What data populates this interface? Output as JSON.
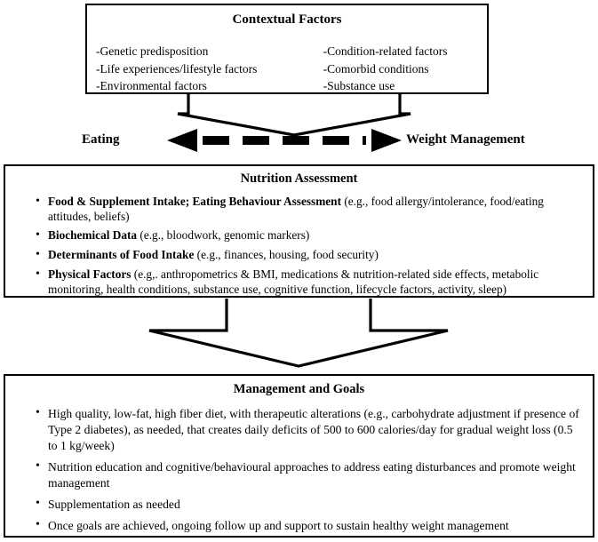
{
  "diagram": {
    "type": "flowchart",
    "title": "Nutrition care pathway for eating and weight management",
    "line_color": "#000000",
    "background": "#ffffff"
  },
  "contextual": {
    "title": "Contextual Factors",
    "left_items": [
      "-Genetic predisposition",
      "-Life experiences/lifestyle factors",
      "-Environmental factors"
    ],
    "right_items": [
      "-Condition-related factors",
      "-Comorbid conditions",
      "-Substance use"
    ]
  },
  "relation": {
    "left_label": "Eating",
    "right_label": "Weight Management",
    "connector": "bidirectional-dashed-arrow",
    "dash_count": 5
  },
  "nutrition": {
    "title": "Nutrition Assessment",
    "items": [
      {
        "lead": "Food & Supplement Intake; Eating Behaviour Assessment",
        "detail": " (e.g., food allergy/intolerance, food/eating attitudes, beliefs)"
      },
      {
        "lead": "Biochemical Data",
        "detail": " (e.g., bloodwork, genomic markers)"
      },
      {
        "lead": "Determinants of Food Intake",
        "detail": " (e.g., finances, housing, food security)"
      },
      {
        "lead": "Physical Factors",
        "detail": " (e.g,. anthropometrics & BMI, medications & nutrition-related side effects, metabolic monitoring, health conditions, substance use, cognitive function, lifecycle factors, activity, sleep)"
      }
    ]
  },
  "management": {
    "title": "Management and Goals",
    "items": [
      "High quality, low-fat, high fiber diet, with therapeutic alterations (e.g., carbohydrate adjustment if presence of Type 2 diabetes), as needed, that creates daily deficits of 500 to 600 calories/day for gradual weight loss (0.5 to 1 kg/week)",
      "Nutrition education and cognitive/behavioural approaches to address eating disturbances and promote weight management",
      "Supplementation as needed",
      "Once goals are achieved, ongoing follow up and support to sustain healthy weight management"
    ]
  }
}
